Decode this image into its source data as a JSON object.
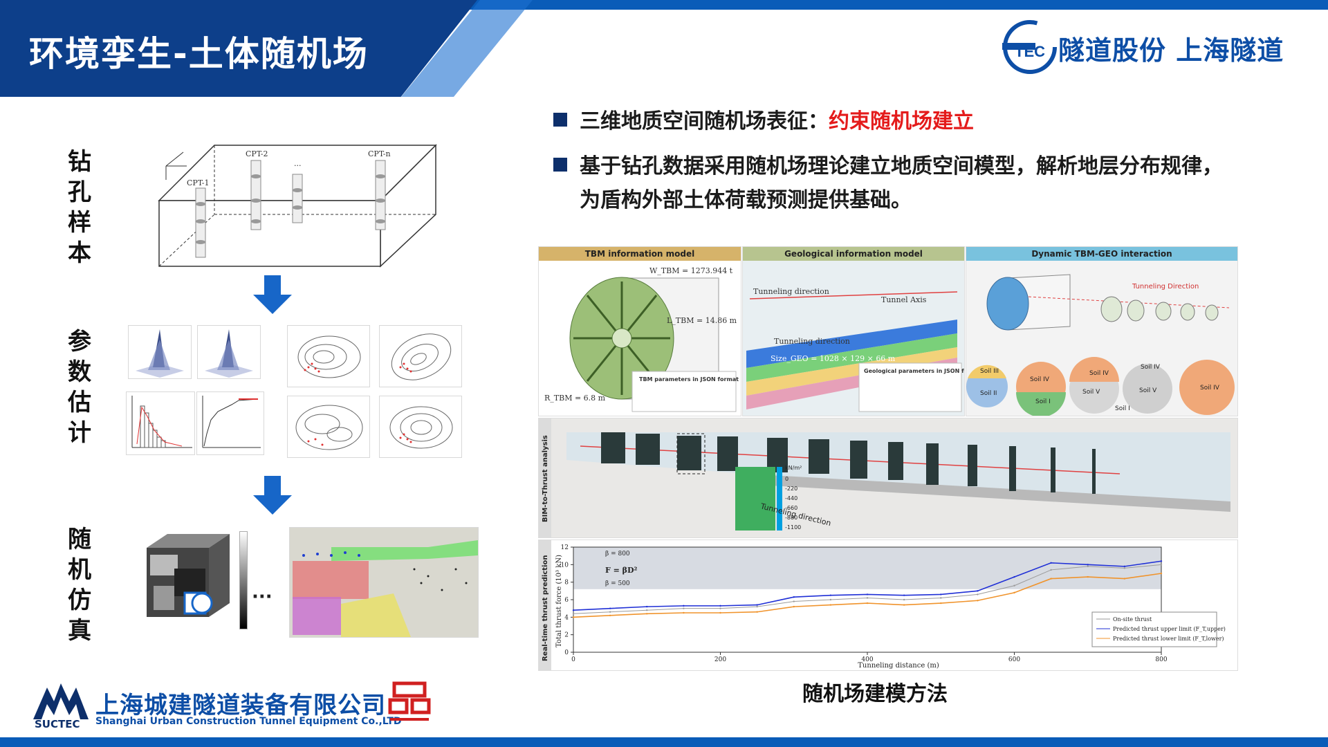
{
  "header": {
    "title": "环境孪生-土体随机场",
    "logo_mark": "TEC",
    "logo_text": "隧道股份 上海隧道"
  },
  "left": {
    "steps": [
      {
        "label": "钻孔样本",
        "chars": [
          "钻",
          "孔",
          "样",
          "本"
        ]
      },
      {
        "label": "参数估计",
        "chars": [
          "参",
          "数",
          "估",
          "计"
        ]
      },
      {
        "label": "随机仿真",
        "chars": [
          "随",
          "机",
          "仿",
          "真"
        ]
      }
    ],
    "borehole_labels": [
      "CPT-1",
      "CPT-2",
      "...",
      "CPT-n"
    ],
    "sim_ellipsis": "···"
  },
  "bullets": {
    "b1_prefix": "三维地质空间随机场表征：",
    "b1_highlight": "约束随机场建立",
    "b2_line1": "基于钻孔数据采用随机场理论建立地质空间模型，解析地层分布规律，",
    "b2_line2": "为盾构外部土体荷载预测提供基础。"
  },
  "figure": {
    "panel_titles": [
      "TBM information model",
      "Geological information model",
      "Dynamic TBM-GEO interaction"
    ],
    "tbm_weight": "W_TBM = 1273.944 t",
    "tbm_length": "L_TBM = 14.86 m",
    "tbm_radius": "R_TBM = 6.8 m",
    "tbm_params_title": "TBM parameters in JSON format",
    "geo_tunneling_dir": "Tunneling direction",
    "geo_tunnel_axis": "Tunnel Axis",
    "geo_size": "Size_GEO = 1028 × 129 × 66 m",
    "geo_params_title": "Geological parameters in JSON format",
    "dyn_tunneling_dir": "Tunneling Direction",
    "soil_labels": [
      "Soil III",
      "Soil II",
      "Soil IV",
      "Soil I",
      "Soil IV",
      "Soil V",
      "Soil I",
      "Soil IV",
      "Soil V",
      "Soil IV"
    ],
    "bim_side_label": "BIM-to-Thrust analysis",
    "bim_tunneling_dir": "Tunneling direction",
    "bim_colorbar_unit": "kN/m²",
    "bim_colorbar_ticks": [
      "0",
      "-220",
      "-440",
      "-660",
      "-880",
      "-1100"
    ],
    "rt_side_label": "Real-time thrust prediction",
    "rt_ylabel": "Total thrust force (10³ kN)",
    "rt_xlabel": "Tunneling distance (m)",
    "rt_formula": "F = βD²",
    "rt_beta_upper": "β = 800",
    "rt_beta_lower": "β = 500",
    "legend": [
      "On-site thrust",
      "Predicted thrust upper limit (F_T,upper)",
      "Predicted thrust lower limit (F_T,lower)"
    ],
    "caption": "随机场建模方法"
  },
  "chart_data": {
    "type": "line",
    "xlabel": "Tunneling distance (m)",
    "ylabel": "Total thrust force (10³ kN)",
    "xlim": [
      0,
      800
    ],
    "ylim": [
      0,
      12
    ],
    "x_ticks": [
      0,
      200,
      400,
      600,
      800
    ],
    "y_ticks": [
      0,
      2,
      4,
      6,
      8,
      10,
      12
    ],
    "series": [
      {
        "name": "On-site thrust",
        "x": [
          0,
          50,
          100,
          150,
          200,
          250,
          300,
          350,
          400,
          450,
          500,
          550,
          600,
          650,
          700,
          750,
          800
        ],
        "values": [
          4.4,
          4.6,
          4.8,
          5.0,
          5.0,
          5.2,
          5.8,
          6.0,
          6.2,
          6.0,
          6.2,
          6.6,
          7.6,
          9.4,
          9.8,
          9.6,
          10.0
        ]
      },
      {
        "name": "Predicted thrust upper limit (F_T,upper)",
        "x": [
          0,
          50,
          100,
          150,
          200,
          250,
          300,
          350,
          400,
          450,
          500,
          550,
          600,
          650,
          700,
          750,
          800
        ],
        "values": [
          4.8,
          5.0,
          5.2,
          5.3,
          5.3,
          5.4,
          6.3,
          6.5,
          6.6,
          6.5,
          6.6,
          7.0,
          8.6,
          10.2,
          10.0,
          9.8,
          10.4
        ]
      },
      {
        "name": "Predicted thrust lower limit (F_T,lower)",
        "x": [
          0,
          50,
          100,
          150,
          200,
          250,
          300,
          350,
          400,
          450,
          500,
          550,
          600,
          650,
          700,
          750,
          800
        ],
        "values": [
          4.0,
          4.2,
          4.4,
          4.5,
          4.5,
          4.6,
          5.2,
          5.4,
          5.6,
          5.4,
          5.6,
          5.9,
          6.8,
          8.4,
          8.6,
          8.4,
          9.0
        ]
      }
    ],
    "colors": {
      "on_site": "#9a9a9a",
      "upper": "#1f2fd6",
      "lower": "#f0932b"
    }
  },
  "footer": {
    "company_cn": "上海城建隧道装备有限公司",
    "company_en": "Shanghai Urban Construction Tunnel Equipment Co.,LTD",
    "abbr": "SUCTEC"
  },
  "colors": {
    "brand": "#0d4ea6",
    "dark": "#0d3f8a",
    "accent": "#e41b1b"
  }
}
